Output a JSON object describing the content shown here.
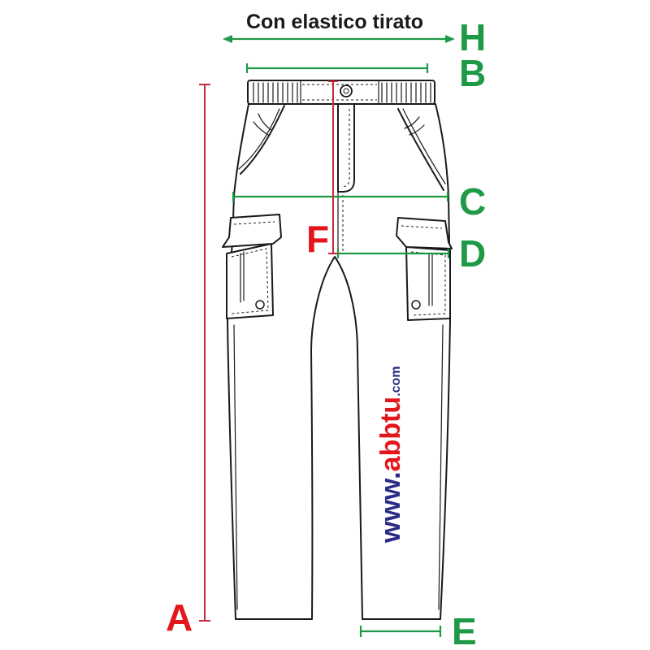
{
  "diagram": {
    "title": "Con elastico tirato",
    "labels": {
      "a": "A",
      "b": "B",
      "c": "C",
      "d": "D",
      "e": "E",
      "f": "F",
      "h": "H"
    },
    "watermark": {
      "www": "www.",
      "brand": "abbtu",
      "tld": ".com"
    },
    "colors": {
      "green": "#1e9a46",
      "red": "#e3161c",
      "dimension_red_line": "#c8283a",
      "watermark_blue": "#2b2a86",
      "watermark_red": "#e3161c",
      "outline": "#1a1a1a"
    }
  }
}
